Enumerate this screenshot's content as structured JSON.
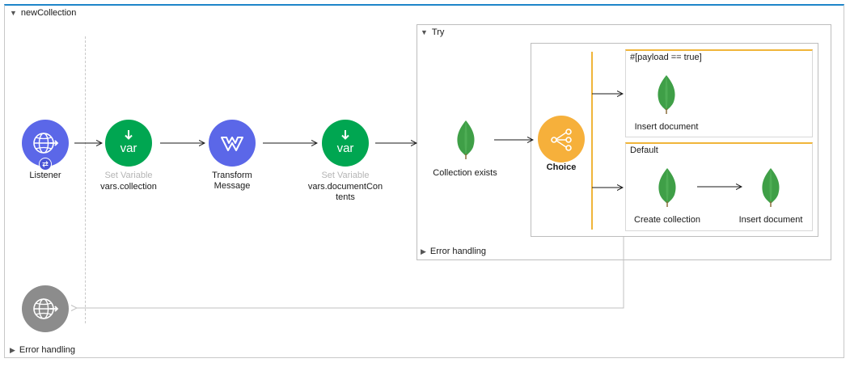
{
  "flow": {
    "title": "newCollection",
    "error_handling": "Error handling"
  },
  "nodes": {
    "listener": {
      "label": "Listener"
    },
    "set_var_1": {
      "type": "Set Variable",
      "name": "vars.collection",
      "glyph": "var"
    },
    "transform": {
      "label_line1": "Transform",
      "label_line2": "Message"
    },
    "set_var_2": {
      "type": "Set Variable",
      "name_line1": "vars.documentCon",
      "name_line2": "tents",
      "glyph": "var"
    }
  },
  "try": {
    "title": "Try",
    "error_handling": "Error handling",
    "collection_exists": "Collection exists",
    "choice": {
      "label": "Choice",
      "route_when": {
        "expression": "#[payload == true]",
        "insert_document": "Insert document"
      },
      "route_default": {
        "label": "Default",
        "create_collection": "Create collection",
        "insert_document": "Insert document"
      }
    }
  },
  "colors": {
    "http_blue": "#5b67e8",
    "var_green": "#00a651",
    "choice_orange": "#f6b03b",
    "mongo_green": "#3f9f47",
    "response_gray": "#8c8c8c",
    "frame_blue": "#1f86c9",
    "route_orange": "#f0b53a"
  },
  "icons": {
    "listener": "globe-arrow-icon",
    "set_variable": "download-arrow-var-icon",
    "transform": "dataweave-icon",
    "mongodb": "mongodb-leaf-icon",
    "choice": "branch-icon",
    "response": "globe-arrow-icon"
  }
}
